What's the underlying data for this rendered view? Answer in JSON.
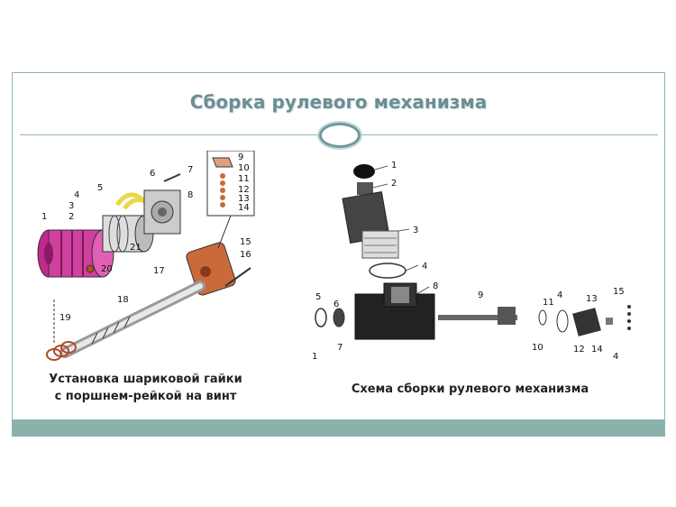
{
  "slide": {
    "title": "Сборка рулевого механизма",
    "caption_left_line1": "Установка шариковой гайки",
    "caption_left_line2": "с поршнем-рейкой на винт",
    "caption_right": "Схема сборки рулевого механизма"
  },
  "left_figure": {
    "labels": [
      "1",
      "2",
      "3",
      "4",
      "5",
      "6",
      "7",
      "8",
      "9",
      "10",
      "11",
      "12",
      "13",
      "14",
      "15",
      "16",
      "17",
      "18",
      "19",
      "20",
      "21"
    ]
  },
  "right_figure": {
    "labels": [
      "1",
      "2",
      "3",
      "4",
      "8",
      "5",
      "6",
      "1",
      "7",
      "9",
      "11",
      "4",
      "13",
      "15",
      "10",
      "12",
      "14",
      "4"
    ]
  },
  "colors": {
    "accent": "#6b8e93",
    "footer": "#8ab1ac",
    "magenta_part": "#c02a8e",
    "orange_part": "#c86a3a",
    "yellow_part": "#e8d84a"
  }
}
